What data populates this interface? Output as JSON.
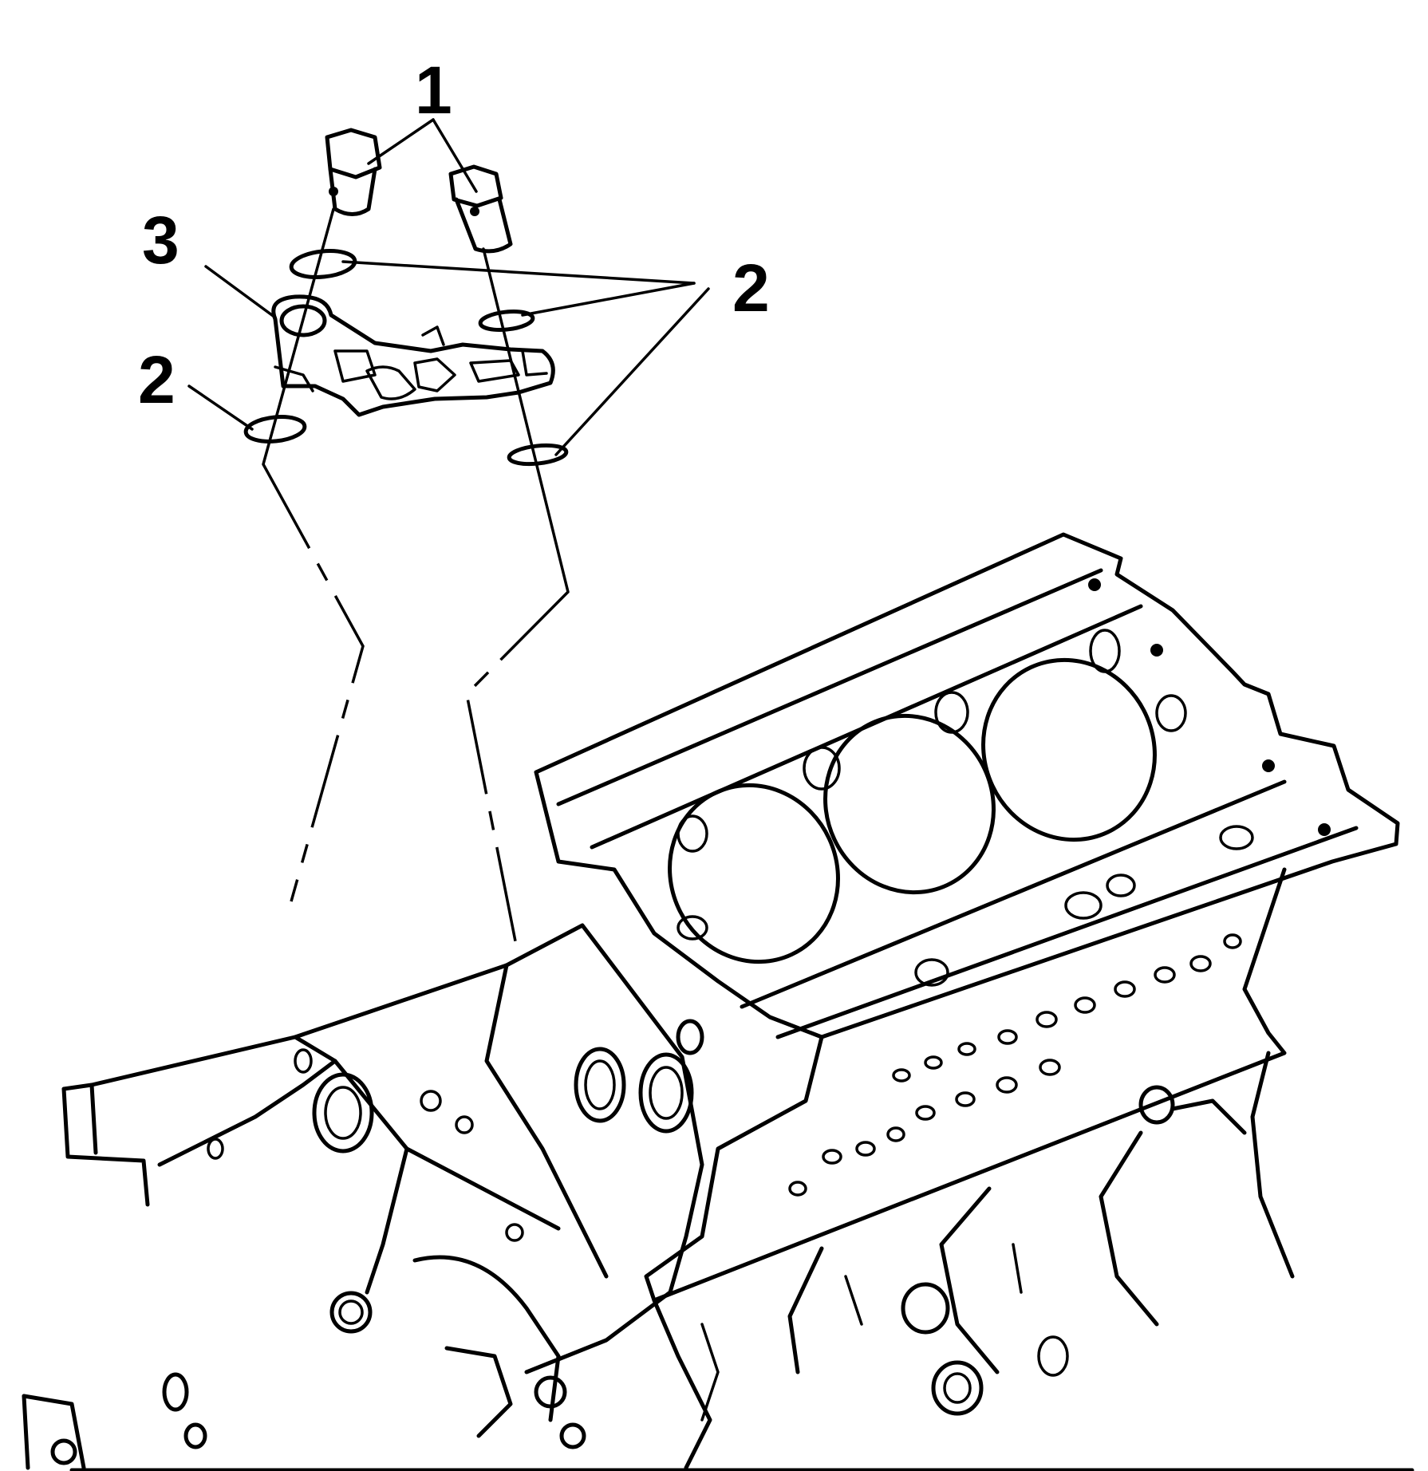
{
  "callouts": {
    "bolts": "1",
    "o_rings_right": "2",
    "o_rings_left": "2",
    "valve_lifter_oil_manifold": "3"
  }
}
